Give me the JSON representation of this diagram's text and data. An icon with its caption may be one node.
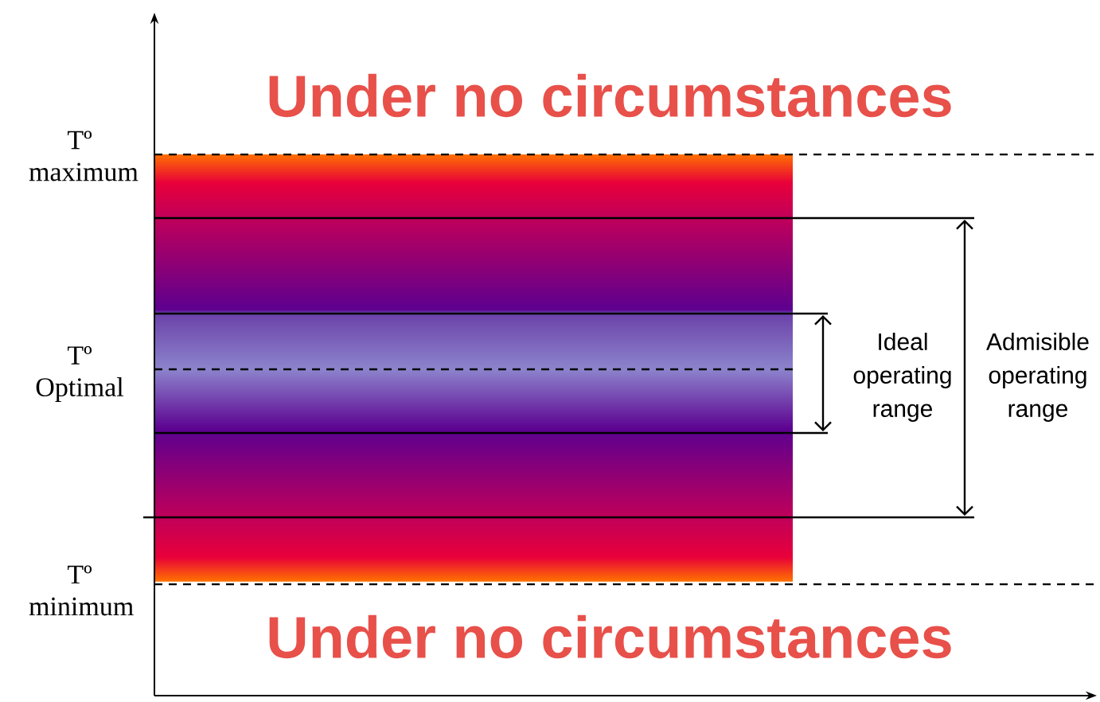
{
  "diagram": {
    "labels": [
      "Under no circumstances",
      "Tº maximum",
      "Tº Optimal",
      "Ideal operating range",
      "Admisible operating range",
      "Tº minimum",
      "Under no circumstances"
    ]
  }
}
